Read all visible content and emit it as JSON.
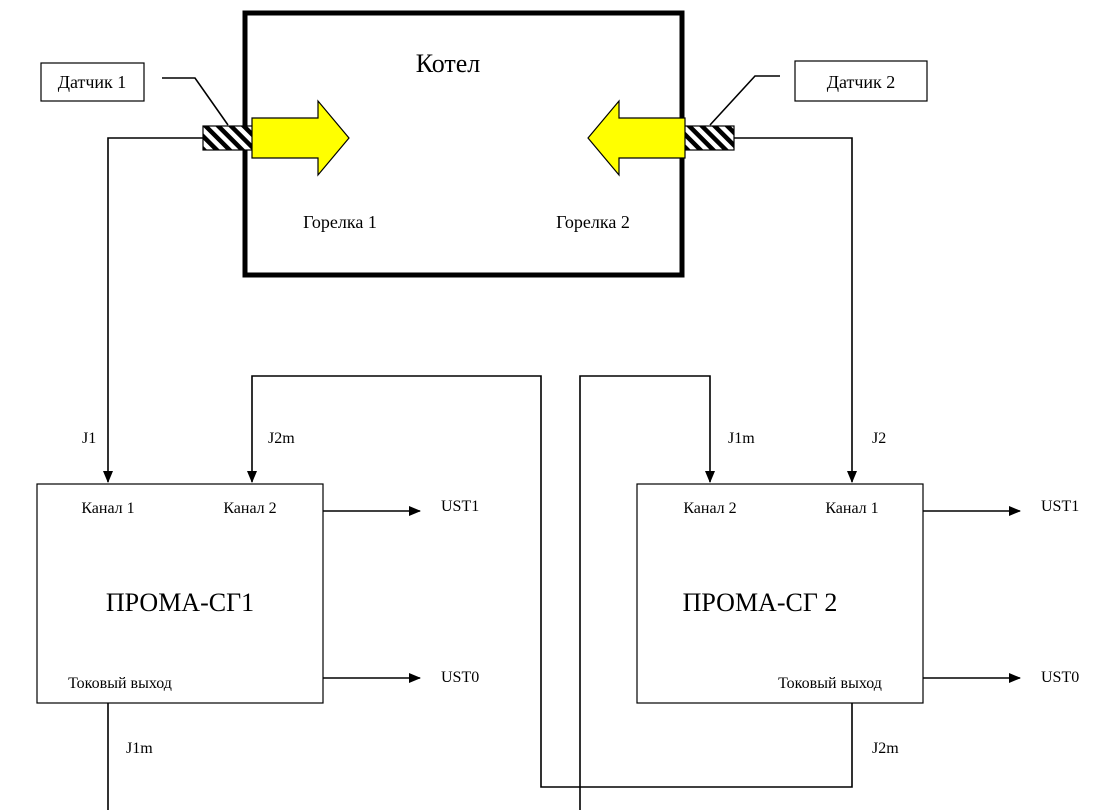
{
  "boiler": {
    "title": "Котел"
  },
  "sensors": {
    "s1": "Датчик 1",
    "s2": "Датчик 2"
  },
  "burners": {
    "b1": "Горелка 1",
    "b2": "Горелка 2"
  },
  "unit1": {
    "title": "ПРОМА-СГ1",
    "ch1": "Канал 1",
    "ch2": "Канал 2",
    "current_out": "Токовый выход",
    "in1": "J1",
    "in2": "J2m",
    "out_ust1": "UST1",
    "out_ust0": "UST0",
    "out_current": "J1m"
  },
  "unit2": {
    "title": "ПРОМА-СГ 2",
    "ch2": "Канал 2",
    "ch1": "Канал 1",
    "current_out": "Токовый выход",
    "in2": "J1m",
    "in1": "J2",
    "out_ust1": "UST1",
    "out_ust0": "UST0",
    "out_current": "J2m"
  },
  "colors": {
    "burner_fill": "#ffff00",
    "line": "#000000",
    "background": "#ffffff"
  }
}
